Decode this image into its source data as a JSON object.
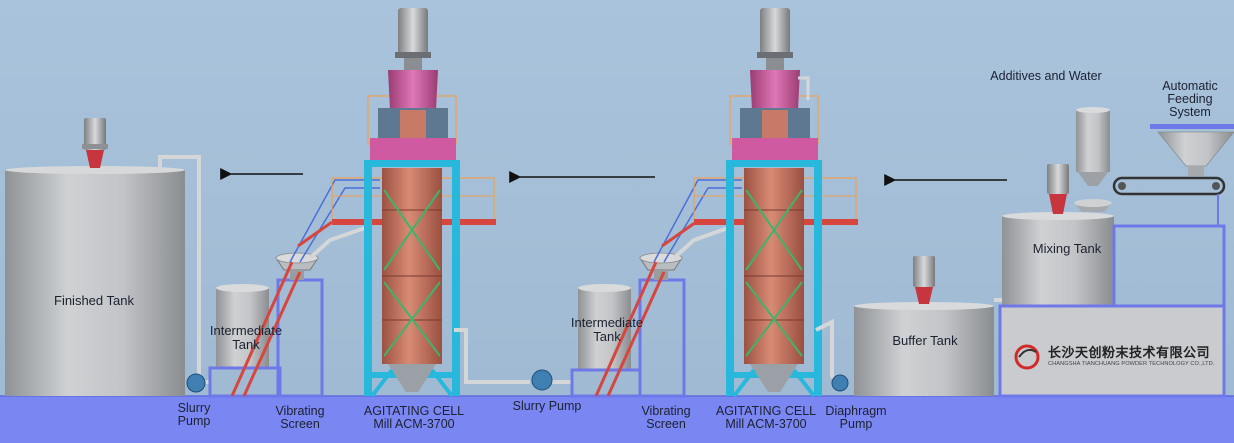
{
  "diagram": {
    "labels": {
      "finished_tank": "Finished Tank",
      "intermediate_tank_1": "Intermediate\nTank",
      "intermediate_tank_2": "Intermediate\nTank",
      "buffer_tank": "Buffer Tank",
      "mixing_tank": "Mixing Tank",
      "additives_water": "Additives and Water",
      "auto_feeding": "Automatic\nFeeding\nSystem",
      "slurry_pump_1": "Slurry\nPump",
      "vibrating_screen_1": "Vibrating\nScreen",
      "mill_1": "AGITATING CELL\nMill ACM-3700",
      "slurry_pump_2": "Slurry Pump",
      "vibrating_screen_2": "Vibrating\nScreen",
      "mill_2": "AGITATING CELL\nMill ACM-3700",
      "diaphragm_pump": "Diaphragm\nPump"
    },
    "company": {
      "name_cn": "长沙天创粉末技术有限公司",
      "name_en": "CHANGSHA TIANCHUANG POWDER TECHNOLOGY CO.,LTD."
    },
    "colors": {
      "background": "#a4bfd9",
      "floor": "#7a86f2",
      "tank": "#b9bcc0",
      "frame": "#27b8dc",
      "mill_body": "#c77a66",
      "motor_cap": "#d05aa2",
      "platform": "#d6463f",
      "stand": "#6f78e8"
    },
    "icons": [
      "flow-arrow-icon",
      "company-logo-icon"
    ]
  }
}
